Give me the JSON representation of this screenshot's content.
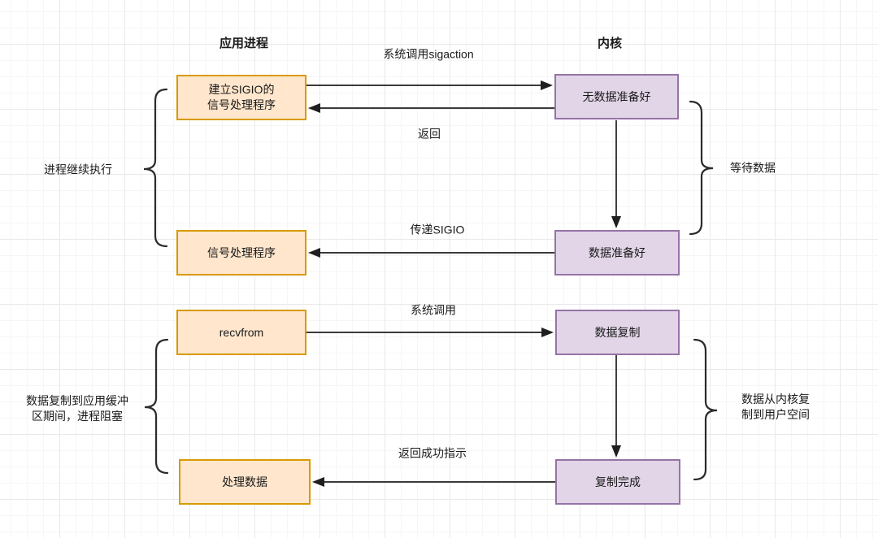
{
  "headers": {
    "app_process": "应用进程",
    "kernel": "内核"
  },
  "boxes": {
    "setup_sigio": "建立SIGIO的\n信号处理程序",
    "no_data_ready": "无数据准备好",
    "signal_handler": "信号处理程序",
    "data_ready": "数据准备好",
    "recvfrom": "recvfrom",
    "data_copy": "数据复制",
    "process_data": "处理数据",
    "copy_complete": "复制完成"
  },
  "arrow_labels": {
    "sigaction": "系统调用sigaction",
    "return": "返回",
    "deliver_sigio": "传递SIGIO",
    "syscall": "系统调用",
    "return_success": "返回成功指示"
  },
  "side_labels": {
    "left_top": "进程继续执行",
    "right_top": "等待数据",
    "left_bottom": "数据复制到应用缓冲\n区期间，进程阻塞",
    "right_bottom": "数据从内核复\n制到用户空间"
  },
  "colors": {
    "orange_fill": "#ffe6cc",
    "orange_stroke": "#d79b00",
    "purple_fill": "#e1d5e7",
    "purple_stroke": "#9673a6",
    "line": "#1f1f1f",
    "grid_major": "#e9e9e9",
    "grid_minor": "#f6f6f6"
  }
}
